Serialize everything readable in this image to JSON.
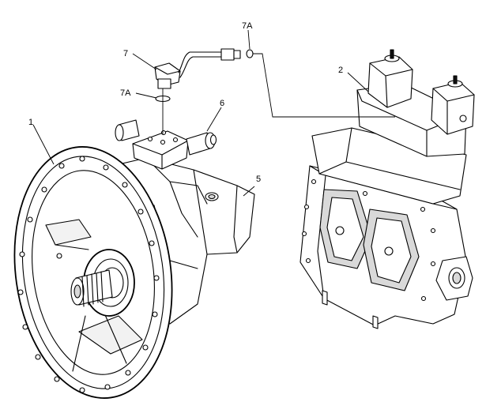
{
  "callouts": [
    {
      "id": "c1",
      "text": "1"
    },
    {
      "id": "c2",
      "text": "2"
    },
    {
      "id": "c5",
      "text": "5"
    },
    {
      "id": "c6",
      "text": "6"
    },
    {
      "id": "c7",
      "text": "7"
    },
    {
      "id": "c7a_top",
      "text": "7A"
    },
    {
      "id": "c7a_mid",
      "text": "7A"
    }
  ]
}
